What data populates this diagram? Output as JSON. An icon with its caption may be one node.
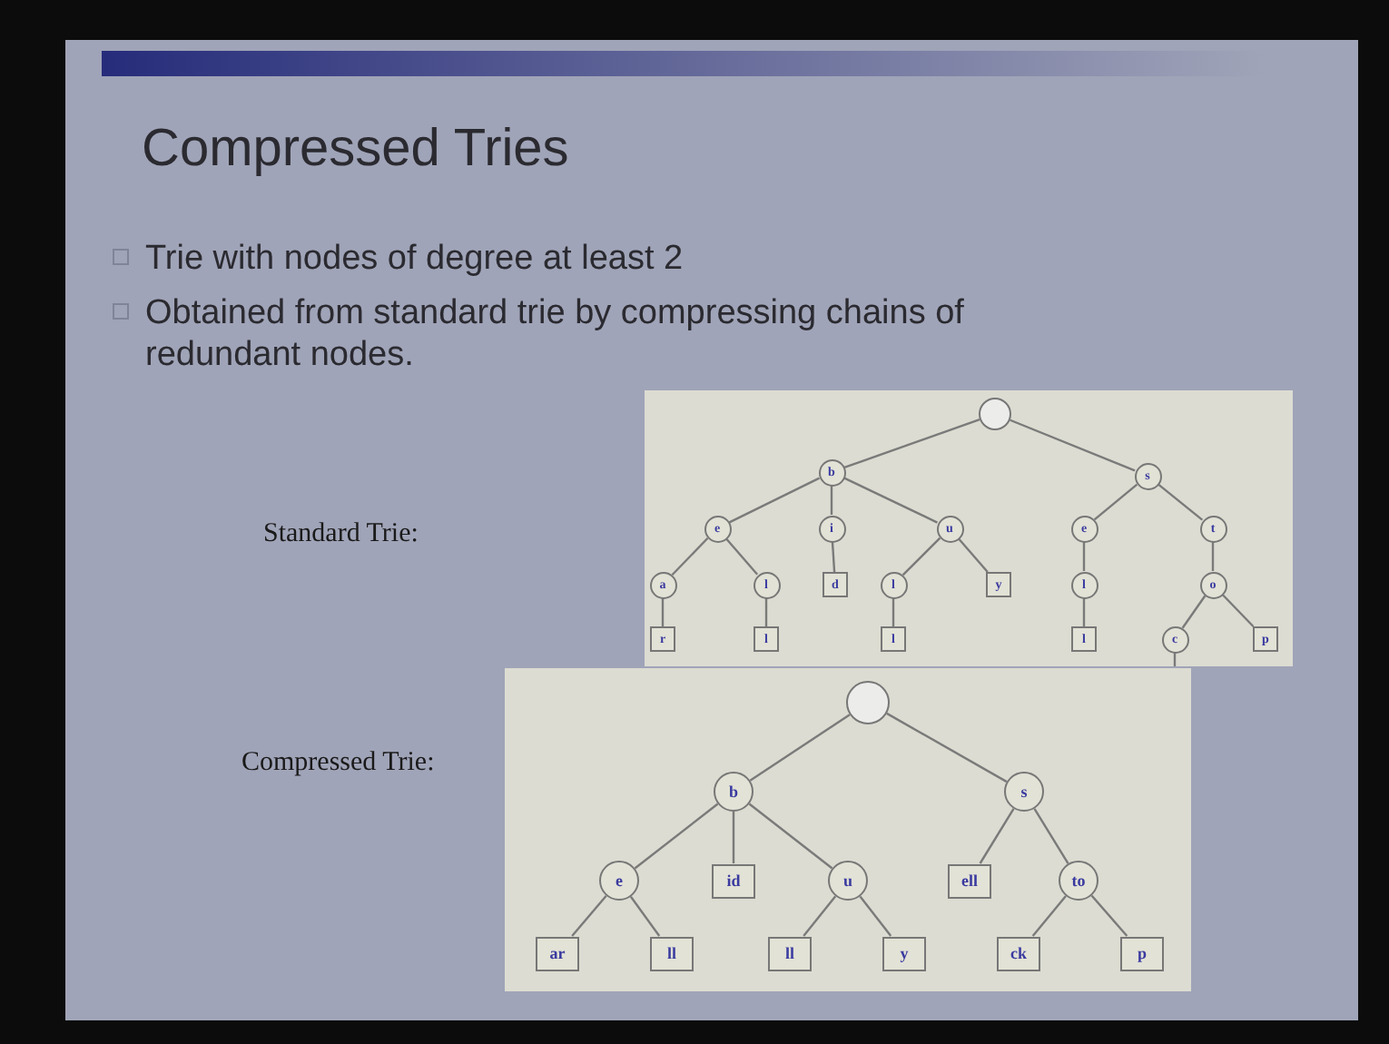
{
  "diagram": {
    "title": "Compressed Tries",
    "nodes": [
      {
        "text": [],
        "shape": "circle"
      },
      {
        "text": [
          "b"
        ]
      },
      {
        "text": [
          "s"
        ]
      },
      {
        "text": [
          "e"
        ]
      },
      {
        "text": [
          "i"
        ]
      },
      {
        "text": [
          "u"
        ]
      },
      {
        "text": [
          "e"
        ]
      },
      {
        "text": [
          "t"
        ]
      },
      {
        "text": [
          "a"
        ]
      },
      {
        "text": [
          "l"
        ]
      },
      {
        "text": [
          "d"
        ]
      },
      {
        "text": [
          "l"
        ]
      },
      {
        "text": [
          "y"
        ]
      },
      {
        "text": [
          "l"
        ]
      },
      {
        "text": [
          "o"
        ]
      },
      {
        "text": [
          "r"
        ]
      },
      {
        "text": [
          "l"
        ]
      },
      {
        "text": [
          "l"
        ]
      },
      {
        "text": [
          "l"
        ]
      },
      {
        "text": [
          "c"
        ]
      },
      {
        "text": [
          "p"
        ]
      },
      {
        "text": [],
        "shape": "circle"
      },
      {
        "text": [
          "b"
        ]
      },
      {
        "text": [
          "s"
        ]
      },
      {
        "text": [
          "e"
        ]
      },
      {
        "text": [
          "id"
        ]
      },
      {
        "text": [
          "u"
        ]
      },
      {
        "text": [
          "ell"
        ]
      },
      {
        "text": [
          "to"
        ]
      },
      {
        "text": [
          "ar"
        ]
      },
      {
        "text": [
          "ll"
        ]
      },
      {
        "text": [
          "ll"
        ]
      },
      {
        "text": [
          "y"
        ]
      },
      {
        "text": [
          "ck"
        ]
      },
      {
        "text": [
          "p"
        ]
      }
    ],
    "edges": [
      {
        "from": 0,
        "to": 1,
        "arrow": "none"
      },
      {
        "from": 0,
        "to": 2,
        "arrow": "none"
      },
      {
        "from": 1,
        "to": 3,
        "arrow": "none"
      },
      {
        "from": 1,
        "to": 4,
        "arrow": "none"
      },
      {
        "from": 1,
        "to": 5,
        "arrow": "none"
      },
      {
        "from": 2,
        "to": 6,
        "arrow": "none"
      },
      {
        "from": 2,
        "to": 7,
        "arrow": "none"
      },
      {
        "from": 3,
        "to": 8,
        "arrow": "none"
      },
      {
        "from": 3,
        "to": 9,
        "arrow": "none"
      },
      {
        "from": 4,
        "to": 10,
        "arrow": "none"
      },
      {
        "from": 5,
        "to": 11,
        "arrow": "none"
      },
      {
        "from": 5,
        "to": 12,
        "arrow": "none"
      },
      {
        "from": 6,
        "to": 13,
        "arrow": "none"
      },
      {
        "from": 7,
        "to": 14,
        "arrow": "none"
      },
      {
        "from": 8,
        "to": 15,
        "arrow": "none"
      },
      {
        "from": 9,
        "to": 16,
        "arrow": "none"
      },
      {
        "from": 11,
        "to": 17,
        "arrow": "none"
      },
      {
        "from": 13,
        "to": 18,
        "arrow": "none"
      },
      {
        "from": 14,
        "to": 19,
        "arrow": "none"
      },
      {
        "from": 14,
        "to": 20,
        "arrow": "none"
      },
      {
        "from": 19,
        "to": null,
        "arrow": "none"
      },
      {
        "from": 21,
        "to": 22,
        "arrow": "none"
      },
      {
        "from": 21,
        "to": 23,
        "arrow": "none"
      },
      {
        "from": 22,
        "to": 24,
        "arrow": "none"
      },
      {
        "from": 22,
        "to": 25,
        "arrow": "none"
      },
      {
        "from": 22,
        "to": 26,
        "arrow": "none"
      },
      {
        "from": 23,
        "to": 27,
        "arrow": "none"
      },
      {
        "from": 23,
        "to": 28,
        "arrow": "none"
      },
      {
        "from": 24,
        "to": 29,
        "arrow": "none"
      },
      {
        "from": 24,
        "to": 30,
        "arrow": "none"
      },
      {
        "from": 26,
        "to": 31,
        "arrow": "none"
      },
      {
        "from": 26,
        "to": 32,
        "arrow": "none"
      },
      {
        "from": 28,
        "to": 33,
        "arrow": "none"
      },
      {
        "from": 28,
        "to": 34,
        "arrow": "none"
      }
    ],
    "labels": [
      "Trie with nodes of degree at least 2",
      "Obtained from standard trie by compressing chains of redundant nodes.",
      "Standard Trie:",
      "Compressed Trie:"
    ]
  }
}
